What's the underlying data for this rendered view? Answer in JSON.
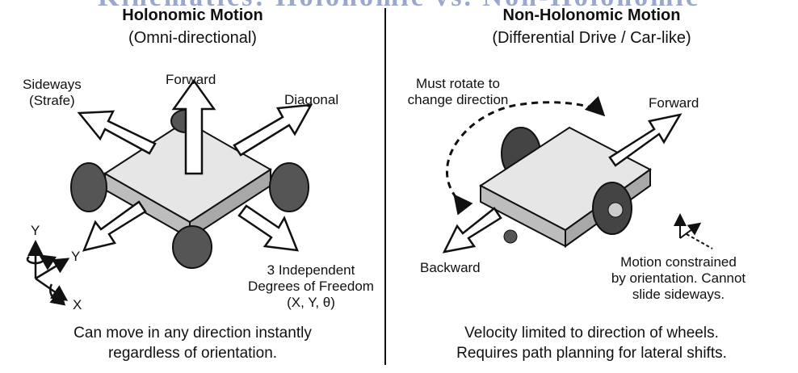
{
  "title": "Kinematics: Holonomic vs. Non-Holonomic",
  "left": {
    "heading": "Holonomic Motion",
    "subheading": "(Omni-directional)",
    "labels": {
      "sideways": "Sideways\n(Strafe)",
      "forward": "Forward",
      "diagonal": "Diagonal",
      "dof": "3 Independent\nDegrees of Freedom\n(X, Y, θ)"
    },
    "axes": {
      "y_up": "Y",
      "y_side": "Y",
      "x": "X"
    },
    "caption": "Can move in any direction instantly\nregardless of orientation."
  },
  "right": {
    "heading": "Non-Holonomic Motion",
    "subheading": "(Differential Drive / Car-like)",
    "labels": {
      "rotate": "Must rotate to\nchange direction",
      "forward": "Forward",
      "backward": "Backward",
      "constraint": "Motion constrained\nby orientation. Cannot\nslide sideways."
    },
    "caption": "Velocity limited to direction of wheels.\nRequires path planning for lateral shifts."
  }
}
